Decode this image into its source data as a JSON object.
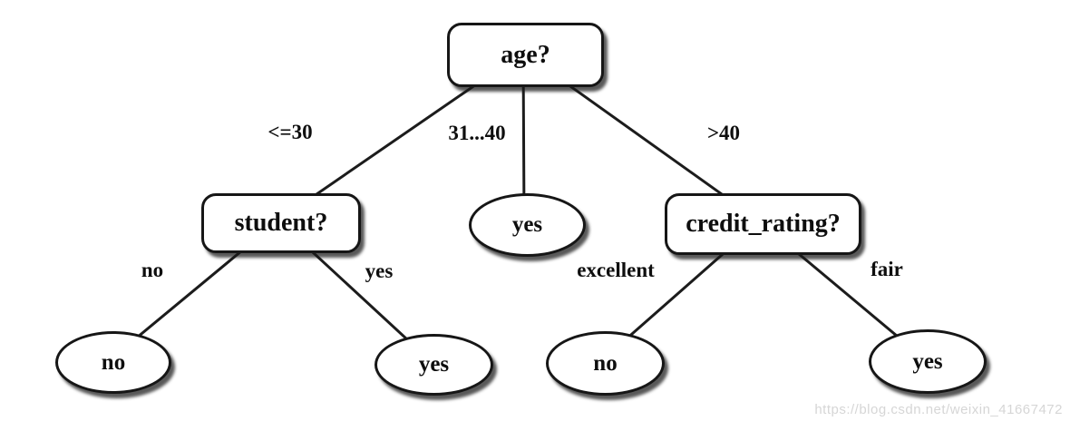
{
  "diagram": {
    "type": "decision-tree",
    "ink_color": "#1c1c1c",
    "nodes": {
      "age": {
        "label": "age?",
        "shape": "rounded-rect"
      },
      "student": {
        "label": "student?",
        "shape": "rounded-rect"
      },
      "age_31_40_leaf": {
        "label": "yes",
        "shape": "ellipse"
      },
      "credit_rating": {
        "label": "credit_rating?",
        "shape": "rounded-rect"
      },
      "student_no_leaf": {
        "label": "no",
        "shape": "ellipse"
      },
      "student_yes_leaf": {
        "label": "yes",
        "shape": "ellipse"
      },
      "credit_excellent_leaf": {
        "label": "no",
        "shape": "ellipse"
      },
      "credit_fair_leaf": {
        "label": "yes",
        "shape": "ellipse"
      }
    },
    "edge_labels": {
      "le_30": "<=30",
      "between_31_40": "31...40",
      "gt_40": ">40",
      "student_no": "no",
      "student_yes": "yes",
      "excellent": "excellent",
      "fair": "fair"
    }
  },
  "watermark": {
    "text": "https://blog.csdn.net/weixin_41667472",
    "color": "#d6d6d6"
  }
}
